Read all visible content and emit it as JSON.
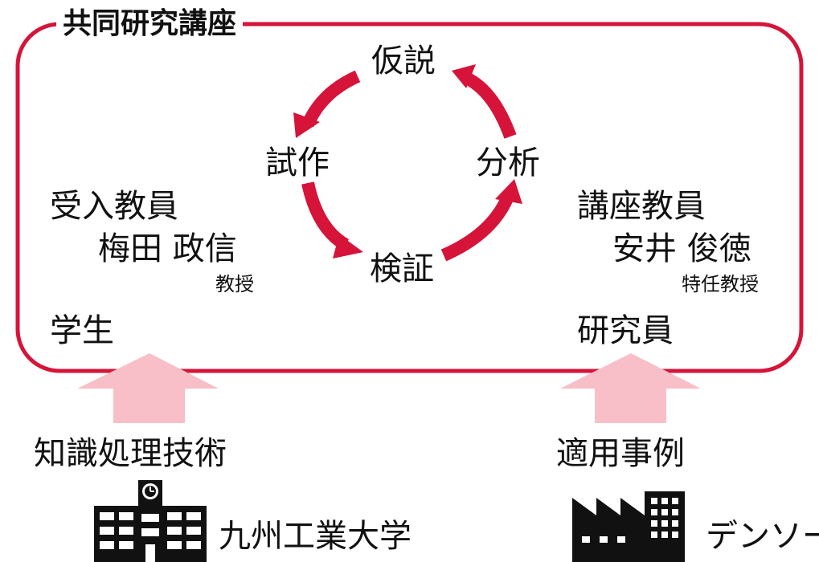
{
  "title": "共同研究講座",
  "cycle": {
    "hypothesis": "仮説",
    "prototype": "試作",
    "verification": "検証",
    "analysis": "分析"
  },
  "left": {
    "role": "受入教員",
    "name": "梅田 政信",
    "position": "教授",
    "member": "学生",
    "input": "知識処理技術",
    "organization": "九州工業大学",
    "icon": "school-building-icon"
  },
  "right": {
    "role": "講座教員",
    "name": "安井 俊徳",
    "position": "特任教授",
    "member": "研究員",
    "input": "適用事例",
    "organization": "デンソー",
    "icon": "factory-icon"
  },
  "colors": {
    "frame": "#d6143a",
    "cycle_arrow": "#d6143a",
    "input_arrow": "#f8bfc8"
  }
}
